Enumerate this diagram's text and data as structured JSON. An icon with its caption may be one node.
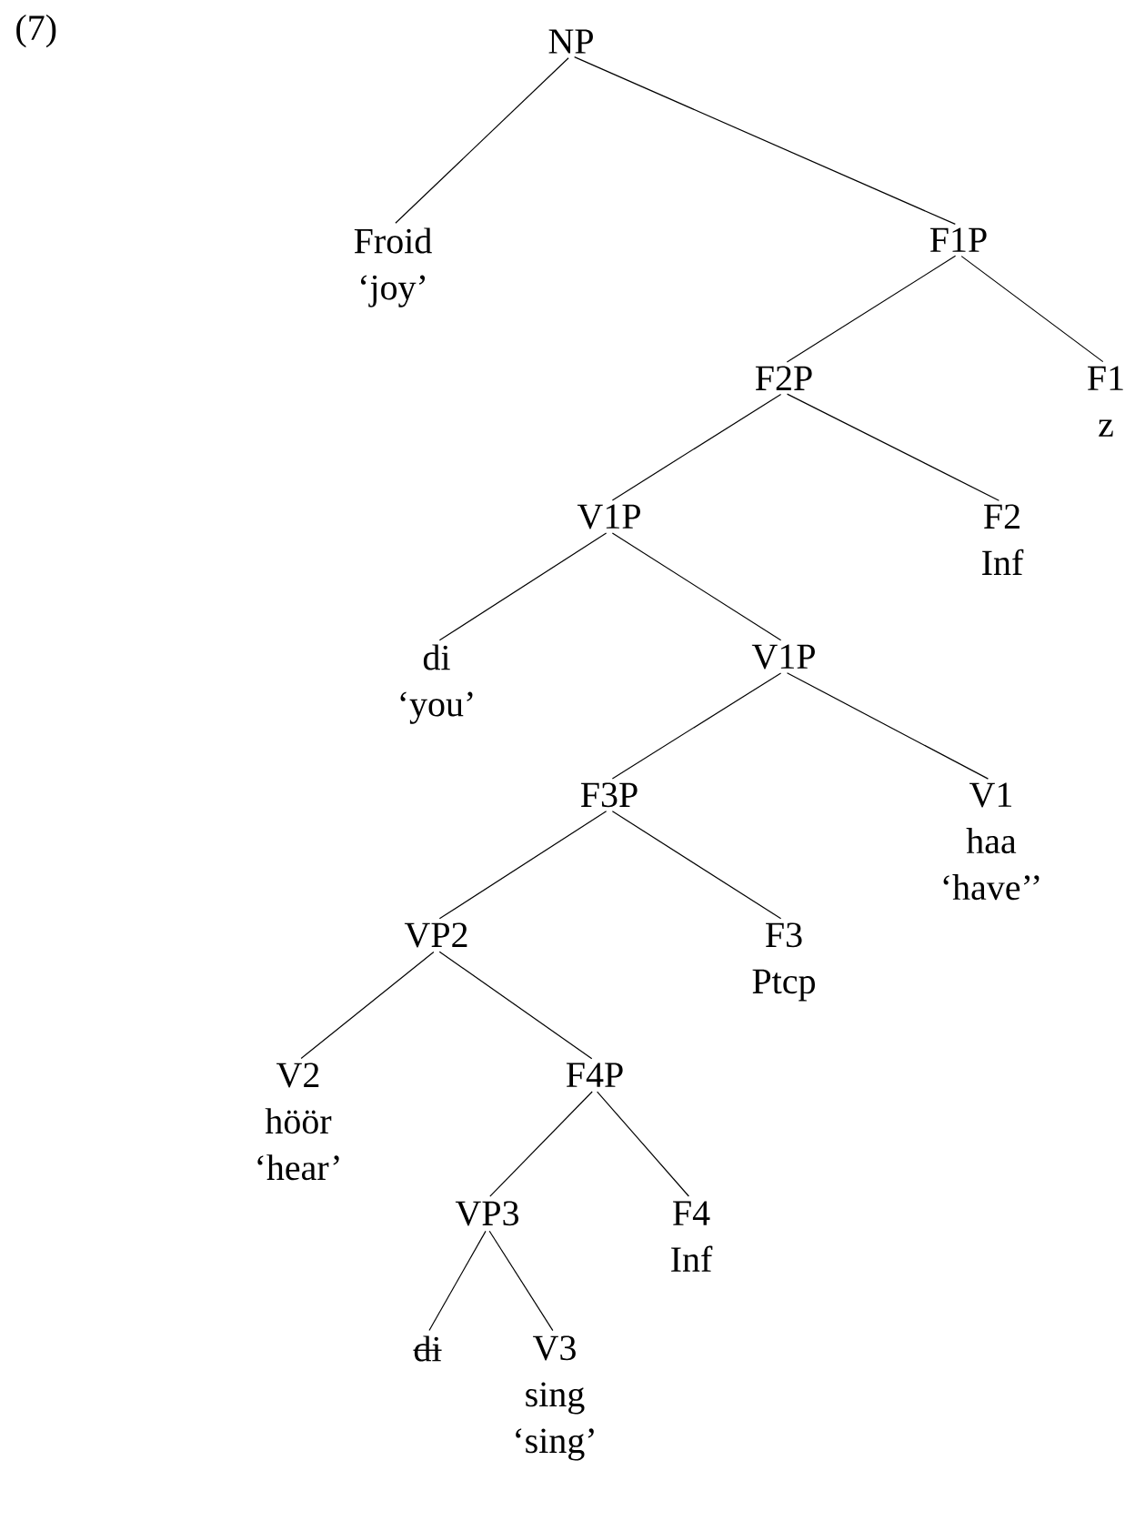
{
  "diagram": {
    "nodes": [
      {
        "text": [
          "NP"
        ]
      },
      {
        "text": [
          "Froid",
          "‘joy’"
        ]
      },
      {
        "text": [
          "F1P"
        ]
      },
      {
        "text": [
          "F2P"
        ]
      },
      {
        "text": [
          "F1",
          "z"
        ]
      },
      {
        "text": [
          "V1P"
        ]
      },
      {
        "text": [
          "F2",
          "Inf"
        ]
      },
      {
        "text": [
          "di",
          "‘you’"
        ]
      },
      {
        "text": [
          "V1P"
        ]
      },
      {
        "text": [
          "F3P"
        ]
      },
      {
        "text": [
          "V1",
          "haa",
          "‘have’’"
        ]
      },
      {
        "text": [
          "VP2"
        ]
      },
      {
        "text": [
          "F3",
          "Ptcp"
        ]
      },
      {
        "text": [
          "V2",
          "höör",
          "‘hear’"
        ]
      },
      {
        "text": [
          "F4P"
        ]
      },
      {
        "text": [
          "VP3"
        ]
      },
      {
        "text": [
          "F4",
          "Inf"
        ]
      },
      {
        "text": [
          "di"
        ]
      },
      {
        "text": [
          "V3",
          "sing",
          "‘sing’"
        ]
      }
    ],
    "edges": [
      {
        "from": 0,
        "to": 1,
        "arrow": "none"
      },
      {
        "from": 0,
        "to": 2,
        "arrow": "none"
      },
      {
        "from": 2,
        "to": 3,
        "arrow": "none"
      },
      {
        "from": 2,
        "to": 4,
        "arrow": "none"
      },
      {
        "from": 3,
        "to": 5,
        "arrow": "none"
      },
      {
        "from": 3,
        "to": 6,
        "arrow": "none"
      },
      {
        "from": 5,
        "to": 7,
        "arrow": "none"
      },
      {
        "from": 5,
        "to": 8,
        "arrow": "none"
      },
      {
        "from": 8,
        "to": 9,
        "arrow": "none"
      },
      {
        "from": 8,
        "to": 10,
        "arrow": "none"
      },
      {
        "from": 9,
        "to": 11,
        "arrow": "none"
      },
      {
        "from": 9,
        "to": 12,
        "arrow": "none"
      },
      {
        "from": 11,
        "to": 13,
        "arrow": "none"
      },
      {
        "from": 11,
        "to": 14,
        "arrow": "none"
      },
      {
        "from": 14,
        "to": 15,
        "arrow": "none"
      },
      {
        "from": 14,
        "to": 16,
        "arrow": "none"
      },
      {
        "from": 15,
        "to": 17,
        "arrow": "none"
      },
      {
        "from": 15,
        "to": 18,
        "arrow": "none"
      }
    ],
    "labels": [
      "(7)"
    ]
  }
}
